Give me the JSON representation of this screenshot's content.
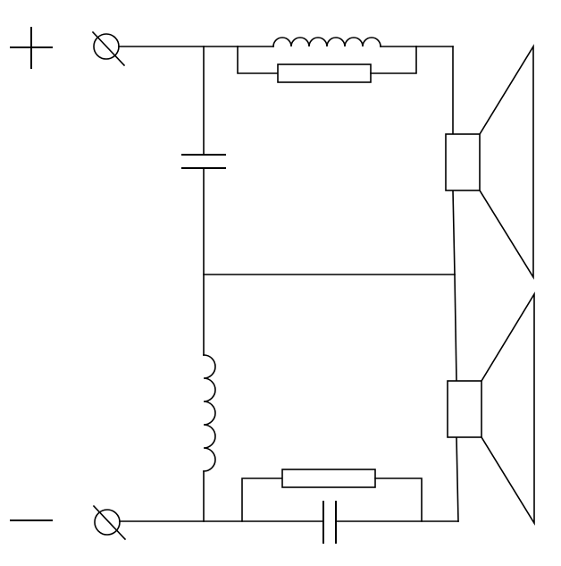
{
  "diagram": {
    "type": "electrical-schematic",
    "terminals": {
      "positive": {
        "symbol": "+",
        "icon": "plus-sign-icon"
      },
      "negative": {
        "symbol": "−",
        "icon": "minus-sign-icon"
      }
    },
    "components": [
      "terminal-positive",
      "terminal-negative",
      "inductor-top",
      "resistor-top",
      "capacitor-left",
      "inductor-left",
      "resistor-bottom",
      "capacitor-bottom",
      "speaker-top",
      "speaker-bottom"
    ],
    "colors": {
      "line": "#000000",
      "background": "#ffffff"
    }
  }
}
